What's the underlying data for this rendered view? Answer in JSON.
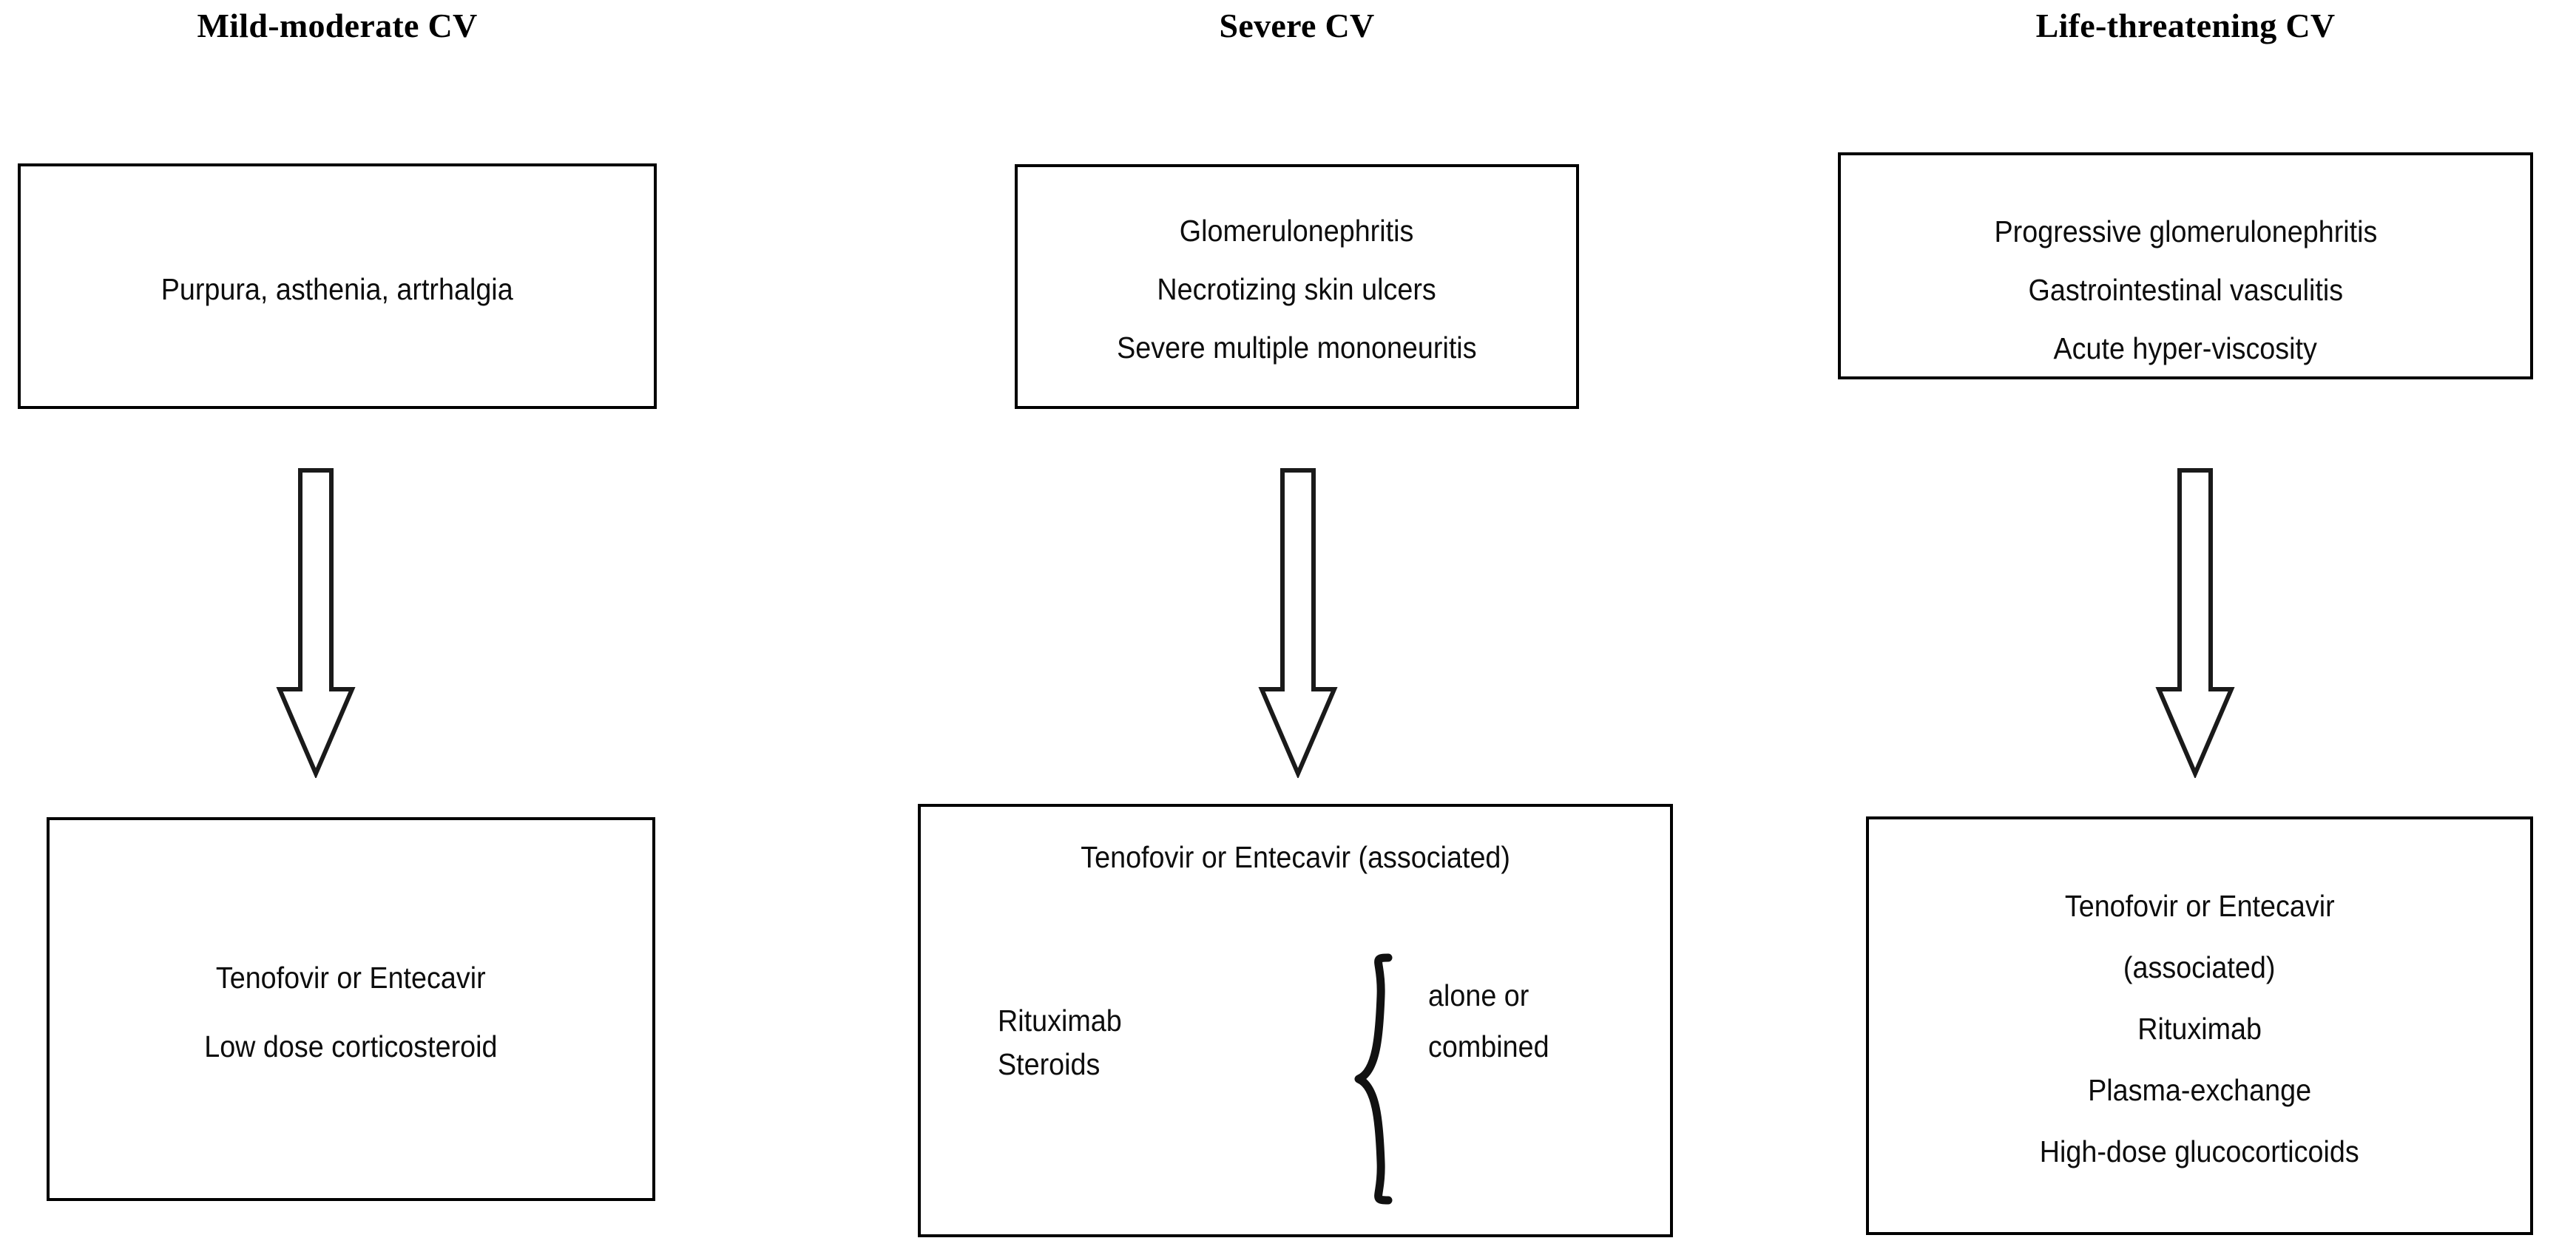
{
  "columns": [
    {
      "id": "mild-moderate",
      "header": "Mild-moderate CV",
      "manifestations": [
        "Purpura, asthenia, artrhalgia"
      ],
      "treatments": [
        "Tenofovir or Entecavir",
        "Low dose corticosteroid"
      ]
    },
    {
      "id": "severe",
      "header": "Severe CV",
      "manifestations": [
        "Glomerulonephritis",
        "Necrotizing skin ulcers",
        "Severe multiple mononeuritis"
      ],
      "treatments": [
        "Tenofovir or Entecavir (associated)"
      ],
      "brace_group": {
        "items": [
          "Rituximab",
          "Steroids"
        ],
        "label_lines": [
          "alone or",
          "combined"
        ]
      }
    },
    {
      "id": "life-threatening",
      "header": "Life-threatening CV",
      "manifestations": [
        "Progressive glomerulonephritis",
        "Gastrointestinal vasculitis",
        "Acute hyper-viscosity"
      ],
      "treatments": [
        "Tenofovir or Entecavir",
        "(associated)",
        "Rituximab",
        "Plasma-exchange",
        "High-dose glucocorticoids"
      ]
    }
  ],
  "arrows": {
    "direction": "down",
    "style": "outlined-block-arrow",
    "stroke_color": "#000000",
    "fill_color": "#ffffff",
    "count": 3
  },
  "colors": {
    "background": "#ffffff",
    "box_border": "#000000",
    "text": "#0d0d0d",
    "header_text": "#000000"
  }
}
